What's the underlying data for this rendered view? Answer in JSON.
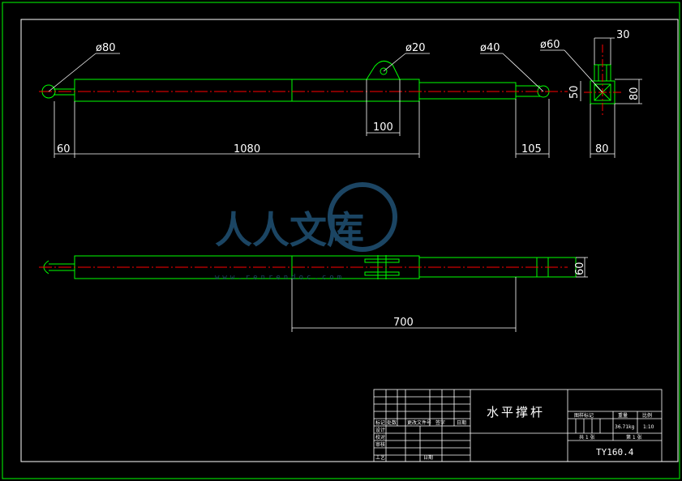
{
  "dimensions": {
    "d80": "ø80",
    "d20": "ø20",
    "d40": "ø40",
    "d60": "ø60",
    "w30": "30",
    "h50": "50",
    "h80": "80",
    "l100": "100",
    "l60": "60",
    "l1080": "1080",
    "l105": "105",
    "w80": "80",
    "h60": "60",
    "l700": "700"
  },
  "title_block": {
    "part_name": "水平撑杆",
    "drawing_code": "TY160.4",
    "material_label": "图样标记",
    "weight_label": "重量",
    "scale_label": "比例",
    "weight_value": "36.71kg",
    "scale_value": "1:10",
    "sheets_total_label": "共 1 张",
    "sheet_no_label": "第 1 张",
    "rev_mark": "标记",
    "rev_count": "处数",
    "rev_doc": "更改文件号",
    "rev_sign": "签字",
    "rev_date": "日期",
    "designer": "设计",
    "checker": "校对",
    "reviewer": "审核",
    "process": "工艺",
    "date": "日期"
  },
  "watermark": {
    "text": "人人文库",
    "url": "www.renrendoc.com"
  },
  "colors": {
    "outline": "#00ff00",
    "centerline": "#ff0000",
    "dimension": "#ffffff",
    "frame": "#ffffff",
    "background": "#000000"
  }
}
